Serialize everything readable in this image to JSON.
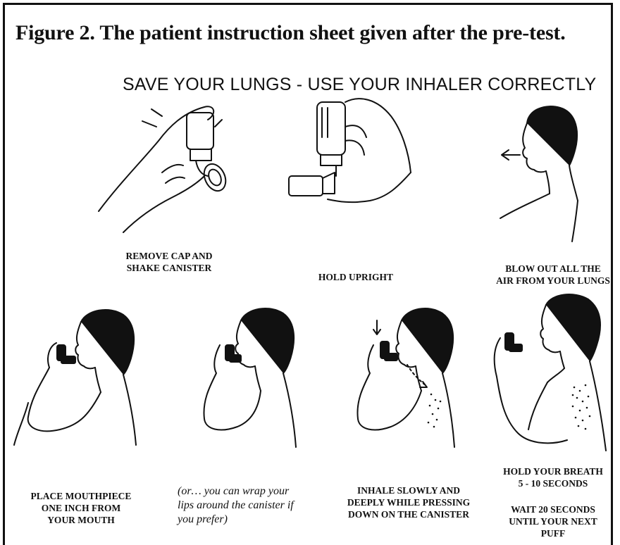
{
  "figure_title": "Figure 2. The patient instruction sheet given after the pre-test.",
  "headline": "SAVE YOUR LUNGS - USE YOUR INHALER CORRECTLY",
  "steps": [
    {
      "caption": "REMOVE CAP AND\nSHAKE CANISTER"
    },
    {
      "caption": "HOLD UPRIGHT"
    },
    {
      "caption": "BLOW OUT ALL THE\nAIR FROM YOUR LUNGS"
    },
    {
      "caption": "PLACE MOUTHPIECE\nONE INCH FROM\nYOUR MOUTH"
    },
    {
      "caption": "(or… you can wrap your\nlips around the canister if\nyou prefer)"
    },
    {
      "caption": "INHALE SLOWLY AND\nDEEPLY WHILE PRESSING\nDOWN ON THE CANISTER"
    },
    {
      "caption": "HOLD YOUR BREATH\n5 - 10 SECONDS"
    },
    {
      "caption": "WAIT 20 SECONDS\nUNTIL YOUR NEXT\nPUFF"
    }
  ]
}
